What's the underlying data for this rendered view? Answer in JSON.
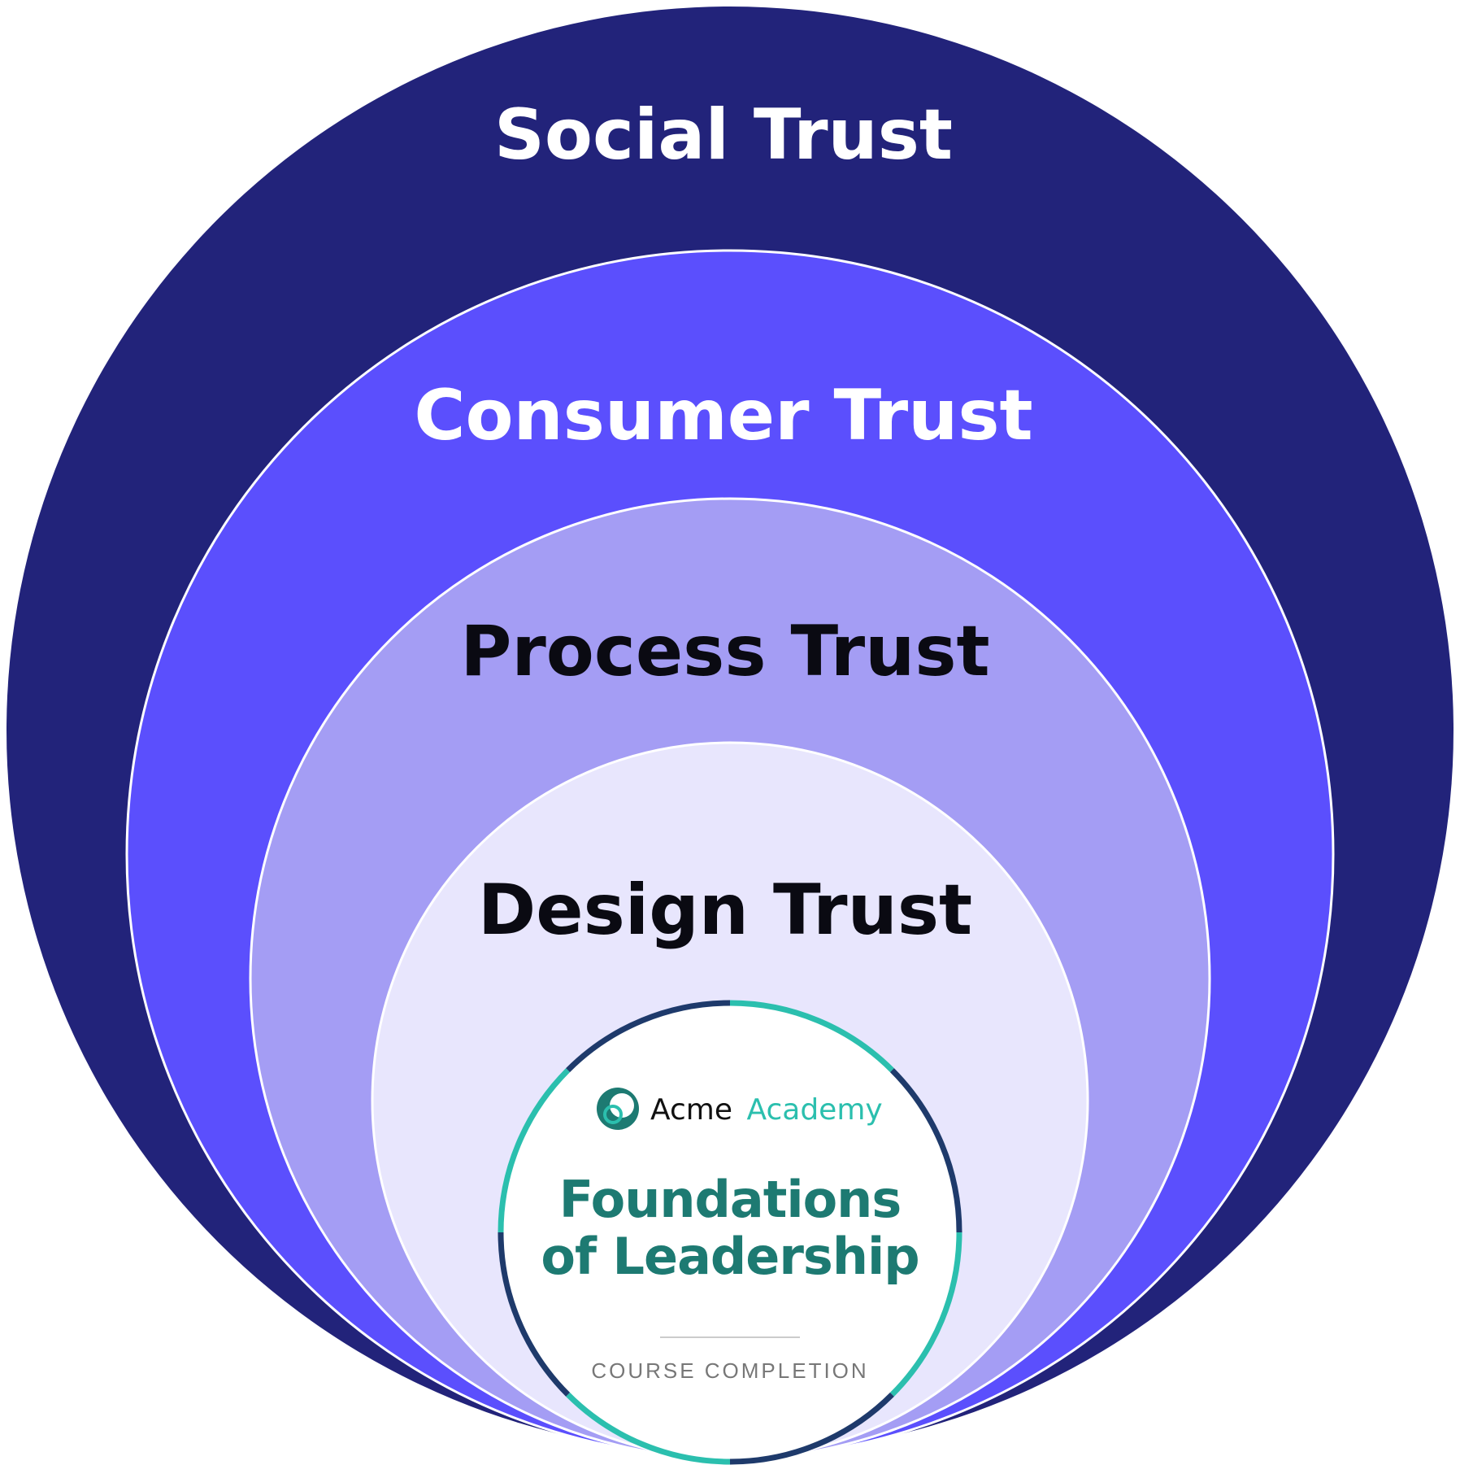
{
  "colors": {
    "ring_social": "#22237A",
    "ring_consumer": "#5B4FFD",
    "ring_process": "#A49DF4",
    "ring_design": "#E8E6FD",
    "ring_outline": "#FFFFFF",
    "label_light": "#FFFFFF",
    "label_dark": "#0A0A12",
    "badge_bg": "#FFFFFF",
    "badge_teal": "#2BBFAE",
    "badge_navy": "#1E3A6B",
    "badge_title": "#1D7A72",
    "badge_caption": "#777777"
  },
  "rings": [
    {
      "name": "social",
      "label": "Social Trust"
    },
    {
      "name": "consumer",
      "label": "Consumer Trust"
    },
    {
      "name": "process",
      "label": "Process Trust"
    },
    {
      "name": "design",
      "label": "Design Trust"
    }
  ],
  "badge": {
    "logo_icon": "acme-ring-logo-icon",
    "brand_primary": "Acme",
    "brand_secondary": "Academy",
    "title_line_1": "Foundations",
    "title_line_2": "of Leadership",
    "caption": "COURSE COMPLETION"
  }
}
